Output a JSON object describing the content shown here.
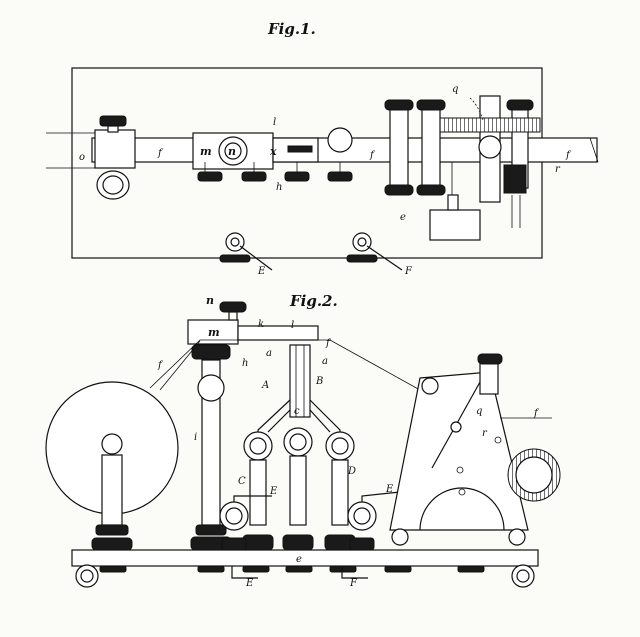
{
  "figures": {
    "fig1": {
      "title": "Fig.1.",
      "labels": {
        "o": "o",
        "f_left": "f",
        "m": "m",
        "n": "n",
        "x": "x",
        "l": "l",
        "h": "h",
        "f_mid": "f",
        "f_right": "f",
        "q": "q",
        "r": "r",
        "e": "e",
        "E": "E",
        "F": "F"
      }
    },
    "fig2": {
      "title": "Fig.2.",
      "labels": {
        "n": "n",
        "m": "m",
        "k": "k",
        "l": "l",
        "h": "h",
        "f_left": "f",
        "f_top": "f",
        "a_left": "a",
        "a_right": "a",
        "A": "A",
        "B": "B",
        "c": "c",
        "i": "i",
        "C": "C",
        "E_left": "E",
        "D": "D",
        "E_right": "E",
        "q": "q",
        "r": "r",
        "f_right": "f",
        "e": "e",
        "E_bottom": "E",
        "F_bottom": "F"
      }
    }
  }
}
